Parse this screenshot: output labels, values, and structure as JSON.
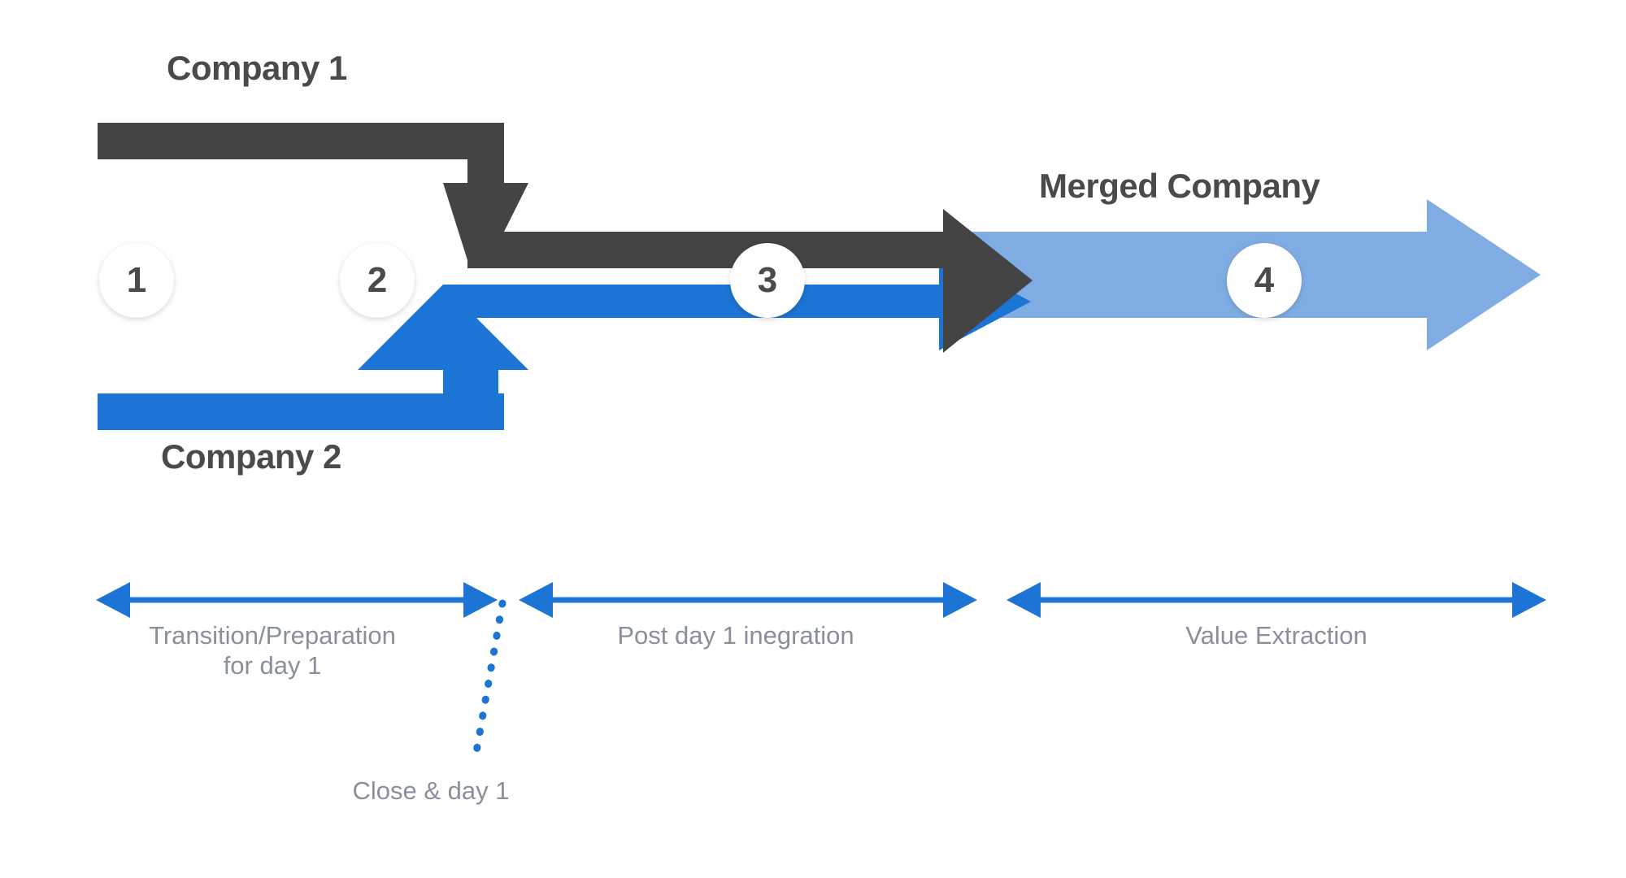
{
  "diagram": {
    "title_labels": {
      "company_1": "Company 1",
      "company_2": "Company 2",
      "merged": "Merged Company"
    },
    "steps": [
      {
        "number": "1"
      },
      {
        "number": "2"
      },
      {
        "number": "3"
      },
      {
        "number": "4"
      }
    ],
    "timeline": {
      "phases": [
        {
          "label": "Transition/Preparation\nfor day 1"
        },
        {
          "label": "Post day 1 inegration"
        },
        {
          "label": "Value Extraction"
        }
      ],
      "milestone": {
        "label": "Close & day 1"
      }
    },
    "colors": {
      "dark": "#444444",
      "blue": "#1c74d4",
      "light_blue": "#7fadE3",
      "timeline_blue": "#1c74d4",
      "label_gray": "#4a4a4a",
      "timeline_text_gray": "#8a8f9c",
      "background": "#ffffff"
    }
  }
}
